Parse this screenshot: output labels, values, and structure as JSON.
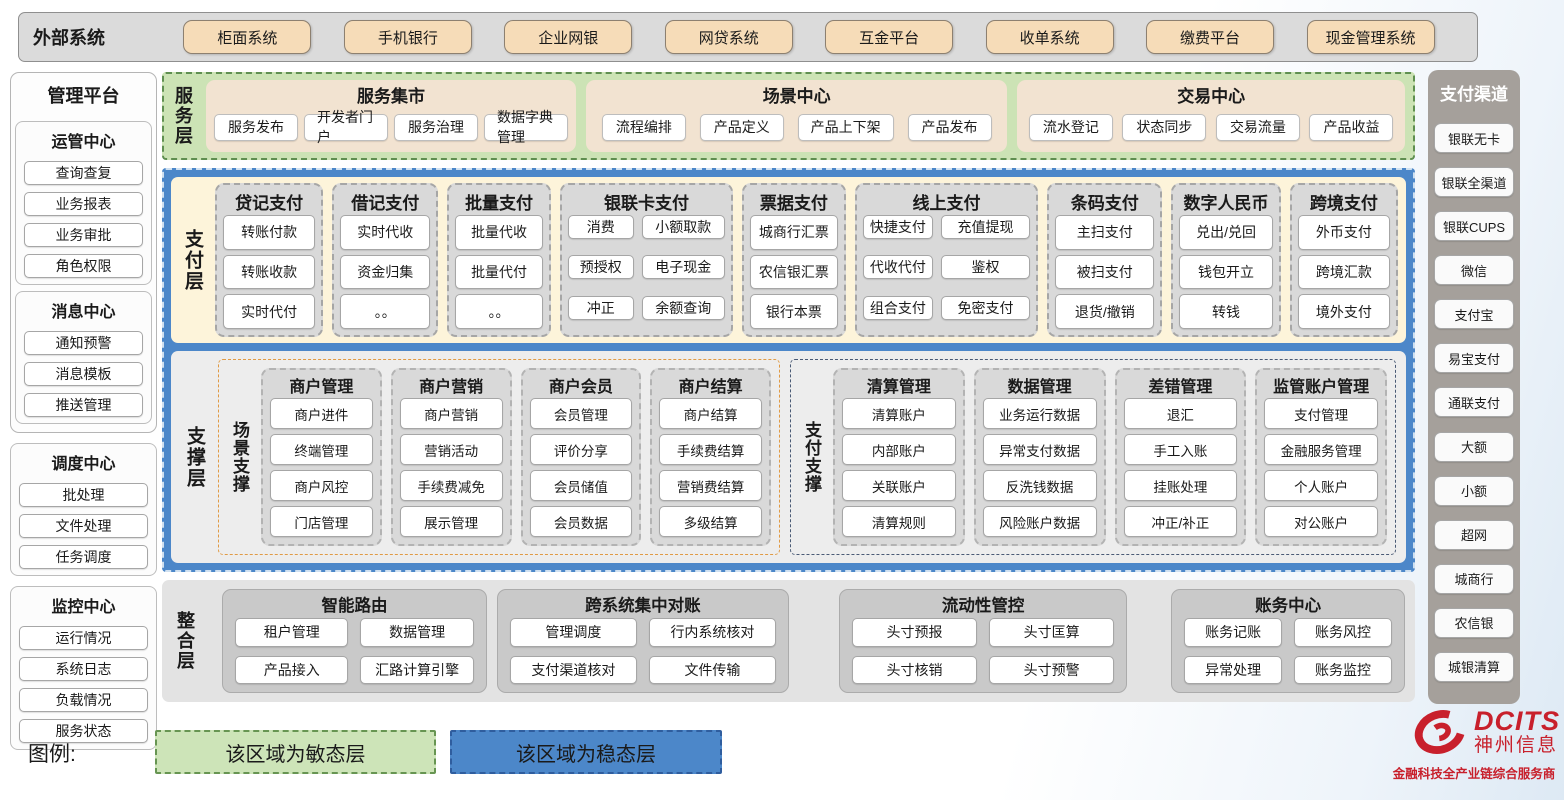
{
  "external_systems": {
    "label": "外部系统",
    "items": [
      "柜面系统",
      "手机银行",
      "企业网银",
      "网贷系统",
      "互金平台",
      "收单系统",
      "缴费平台",
      "现金管理系统"
    ]
  },
  "management_platform": {
    "title": "管理平台",
    "groups": [
      {
        "title": "运管中心",
        "items": [
          "查询查复",
          "业务报表",
          "业务审批",
          "角色权限"
        ]
      },
      {
        "title": "消息中心",
        "items": [
          "通知预警",
          "消息模板",
          "推送管理"
        ]
      },
      {
        "title": "调度中心",
        "items": [
          "批处理",
          "文件处理",
          "任务调度"
        ]
      },
      {
        "title": "监控中心",
        "items": [
          "运行情况",
          "系统日志",
          "负载情况",
          "服务状态"
        ]
      }
    ]
  },
  "service_layer": {
    "label": "服务层",
    "groups": [
      {
        "title": "服务集市",
        "items": [
          "服务发布",
          "开发者门户",
          "服务治理",
          "数据字典管理"
        ]
      },
      {
        "title": "场景中心",
        "items": [
          "流程编排",
          "产品定义",
          "产品上下架",
          "产品发布"
        ]
      },
      {
        "title": "交易中心",
        "items": [
          "流水登记",
          "状态同步",
          "交易流量",
          "产品收益"
        ]
      }
    ]
  },
  "payment_layer": {
    "label": "支付层",
    "columns": [
      {
        "title": "贷记支付",
        "items": [
          "转账付款",
          "转账收款",
          "实时代付"
        ]
      },
      {
        "title": "借记支付",
        "items": [
          "实时代收",
          "资金归集",
          "。。"
        ]
      },
      {
        "title": "批量支付",
        "items": [
          "批量代收",
          "批量代付",
          "。。"
        ]
      },
      {
        "title": "银联卡支付",
        "items": [
          "消费",
          "小额取款",
          "预授权",
          "电子现金",
          "冲正",
          "余额查询"
        ]
      },
      {
        "title": "票据支付",
        "items": [
          "城商行汇票",
          "农信银汇票",
          "银行本票"
        ]
      },
      {
        "title": "线上支付",
        "items": [
          "快捷支付",
          "充值提现",
          "代收代付",
          "鉴权",
          "组合支付",
          "免密支付"
        ]
      },
      {
        "title": "条码支付",
        "items": [
          "主扫支付",
          "被扫支付",
          "退货/撤销"
        ]
      },
      {
        "title": "数字人民币",
        "items": [
          "兑出/兑回",
          "钱包开立",
          "转钱"
        ]
      },
      {
        "title": "跨境支付",
        "items": [
          "外币支付",
          "跨境汇款",
          "境外支付"
        ]
      }
    ]
  },
  "support_layer": {
    "label": "支撑层",
    "sections": [
      {
        "label": "场景支撑",
        "groups": [
          {
            "title": "商户管理",
            "items": [
              "商户进件",
              "终端管理",
              "商户风控",
              "门店管理"
            ]
          },
          {
            "title": "商户营销",
            "items": [
              "商户营销",
              "营销活动",
              "手续费减免",
              "展示管理"
            ]
          },
          {
            "title": "商户会员",
            "items": [
              "会员管理",
              "评价分享",
              "会员储值",
              "会员数据"
            ]
          },
          {
            "title": "商户结算",
            "items": [
              "商户结算",
              "手续费结算",
              "营销费结算",
              "多级结算"
            ]
          }
        ]
      },
      {
        "label": "支付支撑",
        "groups": [
          {
            "title": "清算管理",
            "items": [
              "清算账户",
              "内部账户",
              "关联账户",
              "清算规则"
            ]
          },
          {
            "title": "数据管理",
            "items": [
              "业务运行数据",
              "异常支付数据",
              "反洗钱数据",
              "风险账户数据"
            ]
          },
          {
            "title": "差错管理",
            "items": [
              "退汇",
              "手工入账",
              "挂账处理",
              "冲正/补正"
            ]
          },
          {
            "title": "监管账户管理",
            "items": [
              "支付管理",
              "金融服务管理",
              "个人账户",
              "对公账户"
            ]
          }
        ]
      }
    ]
  },
  "integration_layer": {
    "label": "整合层",
    "groups": [
      {
        "title": "智能路由",
        "items": [
          "租户管理",
          "数据管理",
          "产品接入",
          "汇路计算引擎"
        ]
      },
      {
        "title": "跨系统集中对账",
        "items": [
          "管理调度",
          "行内系统核对",
          "支付渠道核对",
          "文件传输"
        ]
      },
      {
        "title": "流动性管控",
        "items": [
          "头寸预报",
          "头寸匡算",
          "头寸核销",
          "头寸预警"
        ]
      },
      {
        "title": "账务中心",
        "items": [
          "账务记账",
          "账务风控",
          "异常处理",
          "账务监控"
        ]
      }
    ]
  },
  "payment_channels": {
    "title": "支付渠道",
    "items": [
      "银联无卡",
      "银联全渠道",
      "银联CUPS",
      "微信",
      "支付宝",
      "易宝支付",
      "通联支付",
      "大额",
      "小额",
      "超网",
      "城商行",
      "农信银",
      "城银清算"
    ]
  },
  "legend": {
    "label": "图例:",
    "agile": "该区域为敏态层",
    "stable": "该区域为稳态层"
  },
  "logo": {
    "brand": "DCITS",
    "name": "神州信息",
    "tagline": "金融科技全产业链综合服务商"
  },
  "colors": {
    "agile_green_bg": "#cce3b5",
    "agile_green_border": "#5f8f50",
    "stable_blue": "#4c87c9",
    "payment_cream": "#fdf4da",
    "external_tan": "#f6dcb8",
    "group_gray": "#d9d9d9",
    "scene_orange_border": "#e09a44",
    "pay_navy_border": "#4a5a75",
    "brand_red": "#c8202c"
  }
}
